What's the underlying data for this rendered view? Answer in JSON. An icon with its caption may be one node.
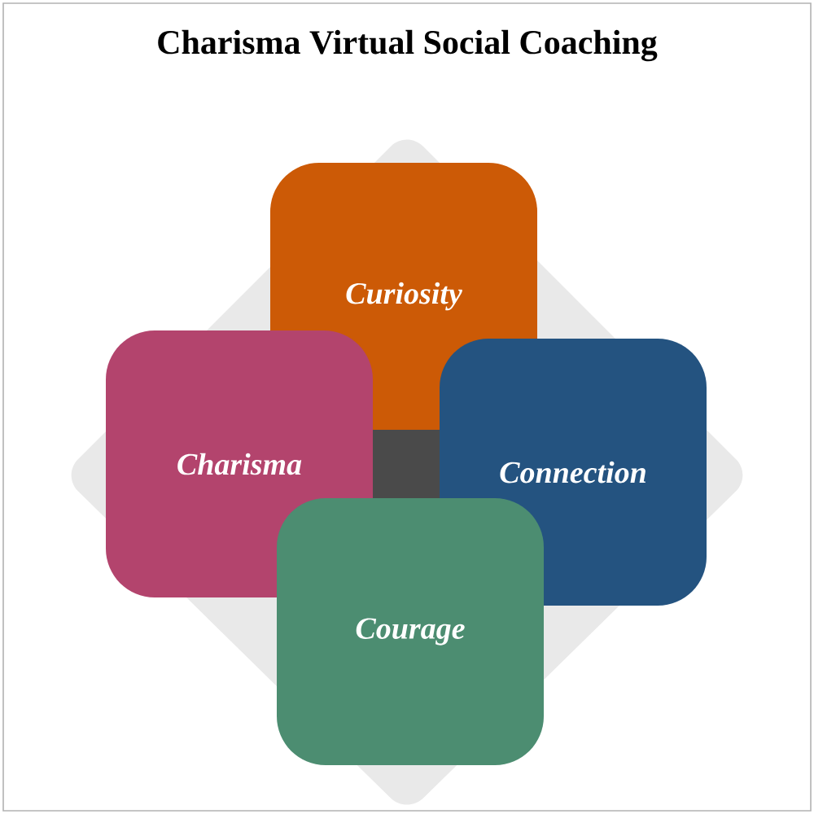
{
  "diagram": {
    "title": "Charisma Virtual Social Coaching",
    "nodes": [
      {
        "text": [
          "Curiosity"
        ]
      },
      {
        "text": [
          "Charisma"
        ]
      },
      {
        "text": [
          "Connection"
        ]
      },
      {
        "text": [
          "Courage"
        ]
      }
    ]
  }
}
